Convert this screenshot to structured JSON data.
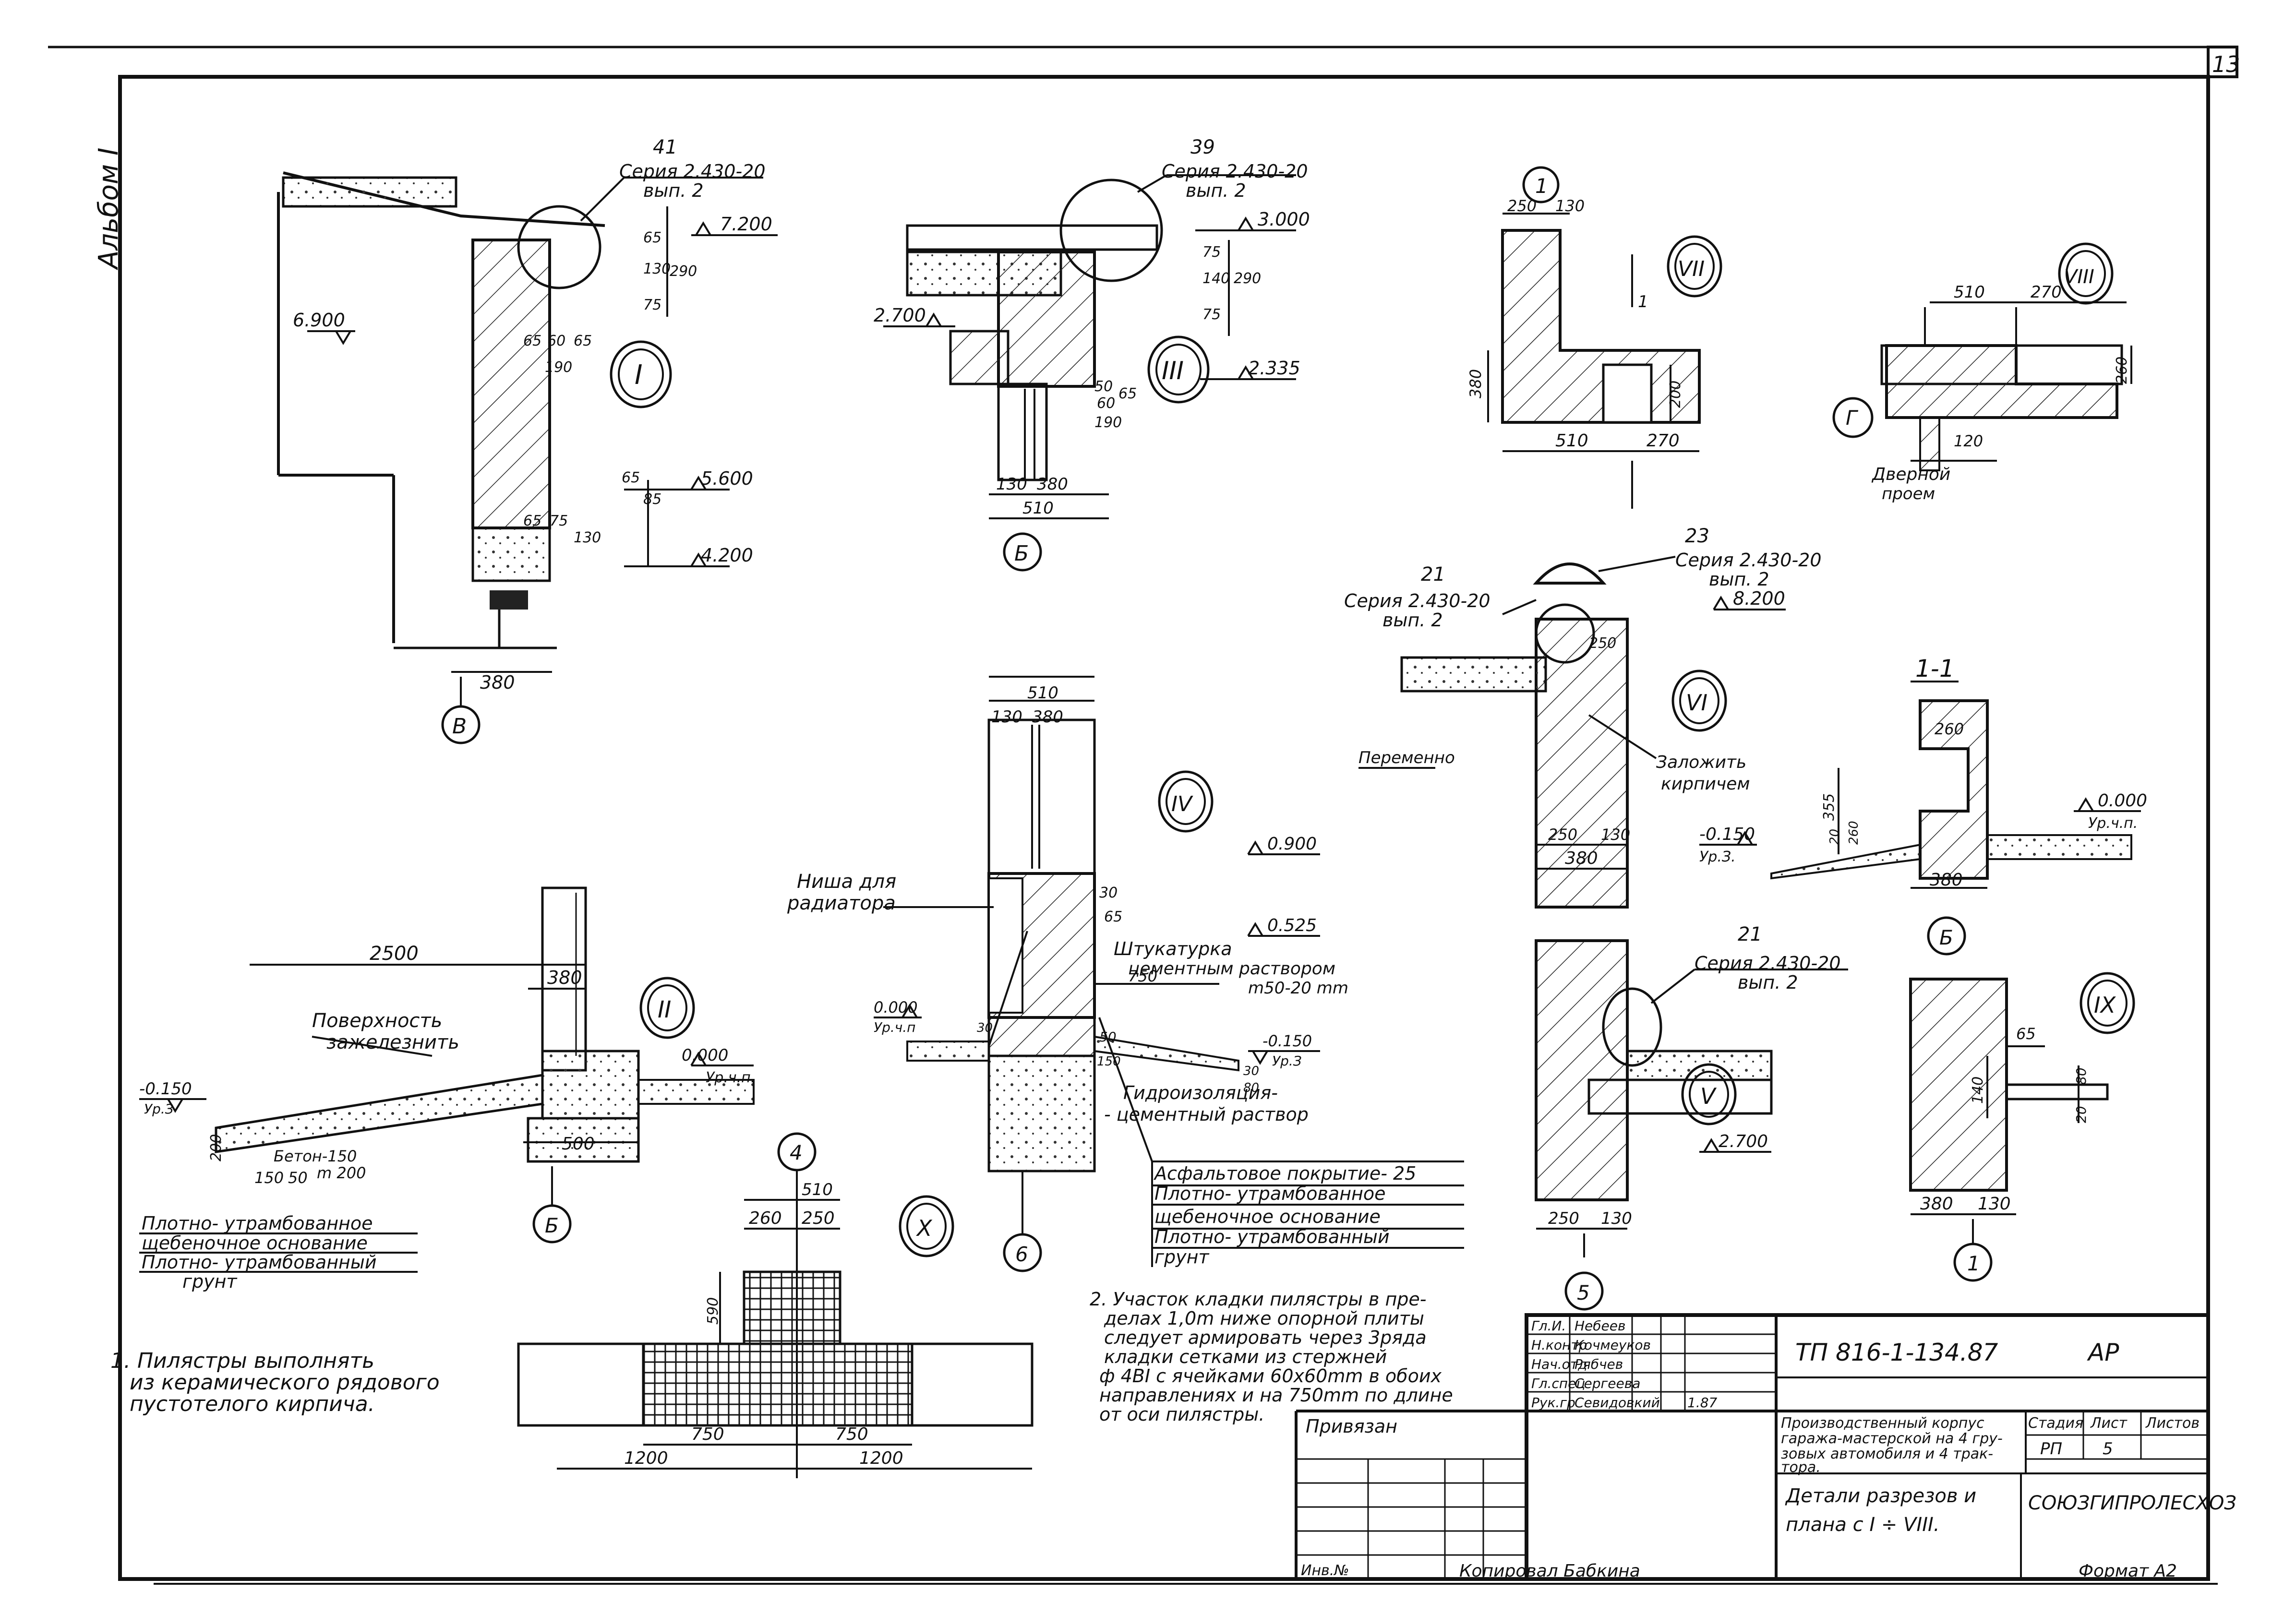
{
  "sheet": {
    "number": "13",
    "album": "Альбом I",
    "bottom_signature": "Копировал Бабкина",
    "format": "Формат А2"
  },
  "details": {
    "I": {
      "roman": "I",
      "ref_num": "41",
      "ref": [
        "Серия 2.430-20",
        "вып. 2"
      ],
      "levels": [
        "7.200",
        "6.900",
        "5.600",
        "4.200"
      ],
      "dims": [
        "65",
        "130",
        "290",
        "75",
        "65",
        "60",
        "65",
        "190",
        "65",
        "75",
        "130",
        "65",
        "85",
        "380"
      ],
      "axis": "В"
    },
    "III": {
      "roman": "III",
      "ref_num": "39",
      "ref": [
        "Серия 2.430-20",
        "вып. 2"
      ],
      "levels": [
        "3.000",
        "2.700",
        "2.335"
      ],
      "dims": [
        "75",
        "140",
        "290",
        "75",
        "50",
        "65",
        "60",
        "190",
        "130",
        "380",
        "510"
      ],
      "axis": "Б"
    },
    "VII": {
      "roman": "VII",
      "axis": "1",
      "cut": "1",
      "dims": [
        "250",
        "130",
        "380",
        "200",
        "510",
        "270"
      ]
    },
    "VIII": {
      "roman": "VIII",
      "axis": "Г",
      "dims": [
        "510",
        "270",
        "260",
        "120"
      ],
      "note": [
        "Дверной",
        "проем"
      ]
    },
    "VI": {
      "roman": "VI",
      "ref_top_num": "23",
      "ref_top": [
        "Серия 2.430-20",
        "вып. 2"
      ],
      "ref_left_num": "21",
      "ref_left": [
        "Серия 2.430-20",
        "вып. 2"
      ],
      "levels": [
        "8.200"
      ],
      "dims": [
        "250",
        "250",
        "130",
        "380"
      ],
      "note_left": "Переменно",
      "note_right": [
        "Заложить",
        "кирпичем"
      ]
    },
    "sec11": {
      "title": "1-1",
      "axis": "Б",
      "levels": [
        "0.000",
        "-0.150"
      ],
      "level_tags": [
        "Ур.ч.п.",
        "Ур.З."
      ],
      "dims": [
        "260",
        "355",
        "20",
        "260",
        "380"
      ]
    },
    "II": {
      "roman": "II",
      "axis": "Б",
      "levels": [
        "-0.150",
        "0.000"
      ],
      "level_tags": [
        "Ур.З",
        "Ур.ч.п."
      ],
      "dims": [
        "2500",
        "380",
        "200",
        "150",
        "50",
        "500"
      ],
      "notes": [
        "Поверхность",
        "зажелезнить",
        "Бетон-150",
        "m 200"
      ]
    },
    "IV": {
      "roman": "IV",
      "axis": "6",
      "levels": [
        "0.900",
        "0.525",
        "0.000",
        "-0.150"
      ],
      "level_tags": [
        "Ур.ч.п",
        "Ур.З"
      ],
      "dims": [
        "510",
        "130",
        "380",
        "30",
        "65",
        "750",
        "50",
        "30",
        "150",
        "30",
        "80"
      ],
      "notes": [
        "Ниша для",
        "радиатора",
        "Штукатурка",
        "цементным раствором",
        "m50-20 mm",
        "Гидроизоляция-",
        "- цементный раствор"
      ]
    },
    "V": {
      "roman": "V",
      "axis": "5",
      "ref_num": "21",
      "ref": [
        "Серия 2.430-20",
        "вып. 2"
      ],
      "levels": [
        "2.700"
      ],
      "dims": [
        "250",
        "130"
      ]
    },
    "IX": {
      "roman": "IX",
      "axis": "1",
      "dims": [
        "65",
        "140",
        "80",
        "20",
        "380",
        "130"
      ]
    },
    "X": {
      "roman": "X",
      "axis": "4",
      "dims": [
        "510",
        "260",
        "250",
        "590",
        "750",
        "750",
        "1200",
        "1200"
      ]
    }
  },
  "legend_layers": [
    "Асфальтовое покрытие- 25",
    "Плотно- утрамбованное",
    "щебеночное основание",
    "Плотно- утрамбованный",
    "грунт"
  ],
  "legend_left": [
    "Плотно- утрамбованное",
    "щебеночное основание",
    "Плотно- утрамбованный",
    "грунт"
  ],
  "notes": [
    "1. Пилястры выполнять",
    "из керамического рядового",
    "пустотелого кирпича.",
    "2. Участок кладки пилястры в пре-",
    "делах 1,0m ниже опорной плиты",
    "следует армировать через 3ряда",
    "кладки сетками из стержней",
    "ф 4ВI с ячейками 60х60mm в обоих",
    "направлениях и на 750mm по длине",
    "от оси пилястры."
  ],
  "title_block": {
    "code": "ТП 816-1-134.87",
    "mark": "АР",
    "people": [
      {
        "role": "Гл.И.",
        "name": "Небеев"
      },
      {
        "role": "Н.контр",
        "name": "Кочмеуков"
      },
      {
        "role": "Нач.отд",
        "name": "Рябчев"
      },
      {
        "role": "Гл.спец",
        "name": "Сергеева"
      },
      {
        "role": "Рук.гр",
        "name": "Севидовкий"
      }
    ],
    "date": "1.87",
    "tied": "Привязан",
    "inv": "Инв.№",
    "desc": [
      "Производственный корпус",
      "гаража-мастерской на 4 гру-",
      "зовых автомобиля и 4 трак-",
      "тора."
    ],
    "sheet_title": [
      "Детали разрезов и",
      "плана с I ÷ VIII."
    ],
    "stage_head": "Стадия",
    "sheet_head": "Лист",
    "sheets_head": "Листов",
    "stage": "РП",
    "sheet_no": "5",
    "org": "СОЮЗГИПРОЛЕСХОЗ"
  }
}
